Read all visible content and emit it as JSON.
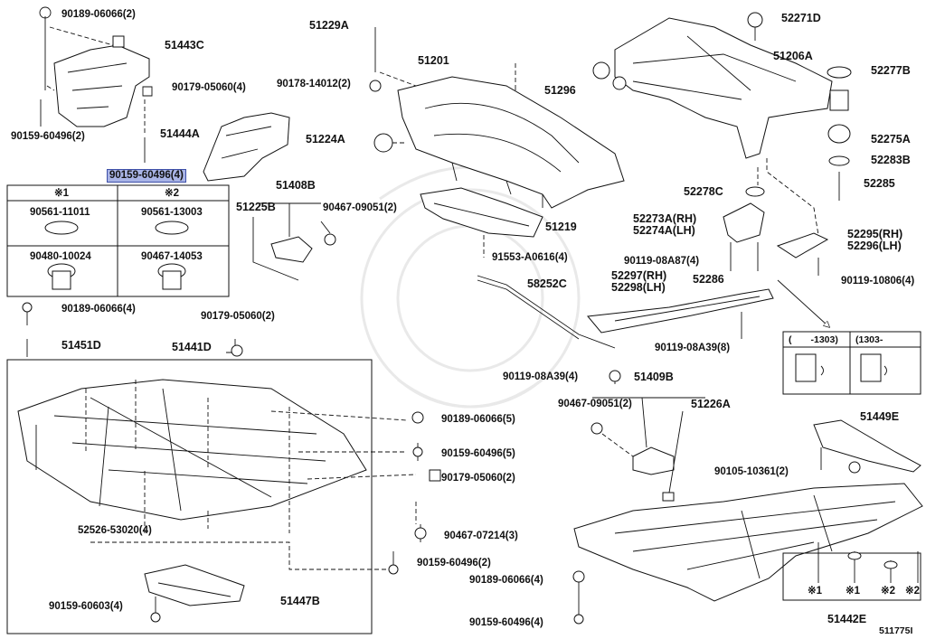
{
  "labels": {
    "p90189_06066_2": "90189-06066(2)",
    "p51443C": "51443C",
    "p90179_05060_4": "90179-05060(4)",
    "p90159_60496_2a": "90159-60496(2)",
    "p51444A": "51444A",
    "p90159_60496_4_hl": "90159-60496(4)",
    "p51229A": "51229A",
    "p51201": "51201",
    "p90178_14012_2": "90178-14012(2)",
    "p51296": "51296",
    "p51224A": "51224A",
    "p51408B": "51408B",
    "p51225B": "51225B",
    "p90467_09051_2a": "90467-09051(2)",
    "p51219": "51219",
    "p91553_A0616_4": "91553-A0616(4)",
    "p52271D": "52271D",
    "p51206A": "51206A",
    "p52277B": "52277B",
    "p52275A": "52275A",
    "p52283B": "52283B",
    "p52285": "52285",
    "p52278C": "52278C",
    "p52273A": "52273A(RH)",
    "p52274A": "52274A(LH)",
    "p52295": "52295(RH)",
    "p52296": "52296(LH)",
    "p90119_08A87_4": "90119-08A87(4)",
    "p90119_10806_4": "90119-10806(4)",
    "p52286": "52286",
    "p52297": "52297(RH)",
    "p52298": "52298(LH)",
    "p58252C": "58252C",
    "p90119_08A39_8": "90119-08A39(8)",
    "p90189_06066_4": "90189-06066(4)",
    "p90179_05060_2a": "90179-05060(2)",
    "p51451D": "51451D",
    "p51441D": "51441D",
    "p90119_08A39_4": "90119-08A39(4)",
    "p51409B": "51409B",
    "p90467_09051_2b": "90467-09051(2)",
    "p51226A": "51226A",
    "p90189_06066_5": "90189-06066(5)",
    "p90159_60496_5": "90159-60496(5)",
    "p90179_05060_2b": "90179-05060(2)",
    "p52526_53020_4": "52526-53020(4)",
    "p90467_07214_3": "90467-07214(3)",
    "p90159_60496_2b": "90159-60496(2)",
    "p90159_60603_4": "90159-60603(4)",
    "p51447B": "51447B",
    "p90189_06066_4b": "90189-06066(4)",
    "p90159_60496_4b": "90159-60496(4)",
    "p51449E": "51449E",
    "p90105_10361_2": "90105-10361(2)",
    "p51442E": "51442E",
    "diagram_code": "511775I"
  },
  "legend_table": {
    "col1_header": "※1",
    "col2_header": "※2",
    "r1c1": "90561-11011",
    "r1c2": "90561-13003",
    "r2c1": "90480-10024",
    "r2c2": "90467-14053"
  },
  "date_box": {
    "left": "(　　-1303)",
    "right": "(1303-　　"
  },
  "callouts": {
    "a": "※1",
    "b": "※1",
    "c": "※2",
    "d": "※2"
  }
}
